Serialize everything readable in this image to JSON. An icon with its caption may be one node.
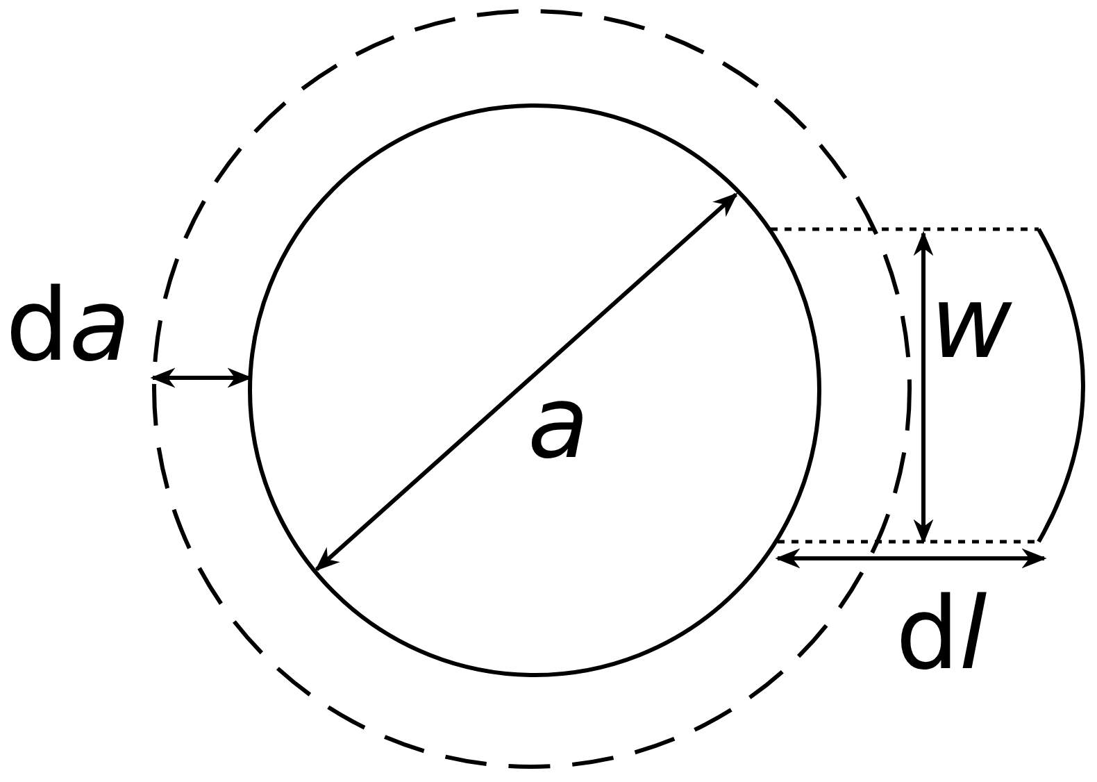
{
  "diagram": {
    "labels": [
      "da",
      "a",
      "w",
      "dl"
    ]
  }
}
